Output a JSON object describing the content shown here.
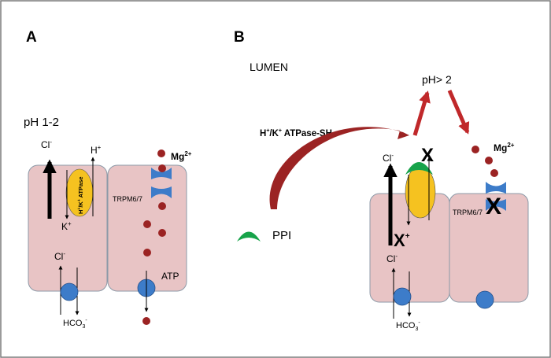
{
  "panels": {
    "a": {
      "letter": "A",
      "ph_label": "pH 1-2",
      "ions": {
        "cl": "Cl",
        "cl_charge": "-",
        "h": "H",
        "h_charge": "+",
        "k": "K",
        "k_charge": "+",
        "mg": "Mg",
        "mg_charge": "2+",
        "cl2": "Cl",
        "cl2_charge": "-",
        "hco3": "HCO",
        "hco3_sub": "3",
        "hco3_charge": "-"
      },
      "pump_label_1": "H",
      "pump_label_2": "/K",
      "pump_label_3": " ATPase",
      "channel_label": "TRPM6/7",
      "atp_label": "ATP"
    },
    "b": {
      "letter": "B",
      "lumen_label": "LUMEN",
      "ph_label": "pH> 2",
      "enzyme_label_1": "H",
      "enzyme_label_2": "/K",
      "enzyme_label_3": " ATPase-SH",
      "ppi_label": "PPI",
      "ions": {
        "cl": "Cl",
        "cl_charge": "-",
        "mg": "Mg",
        "mg_charge": "2+",
        "cl2": "Cl",
        "cl2_charge": "-",
        "hco3": "HCO",
        "hco3_sub": "3",
        "hco3_charge": "-"
      },
      "channel_label": "TRPM6/7",
      "block_mark": "X",
      "block_mark_plus": "+"
    }
  },
  "colors": {
    "cell_fill": "#e8c4c5",
    "cell_stroke": "#8c9aa8",
    "pump_fill": "#f5c220",
    "channel_fill": "#3d7cc9",
    "transporter_fill": "#3d7cc9",
    "mg_dot": "#9b2323",
    "arrow_red": "#c0282a",
    "ppi_green": "#17a34a",
    "border": "#7a7a7a"
  }
}
